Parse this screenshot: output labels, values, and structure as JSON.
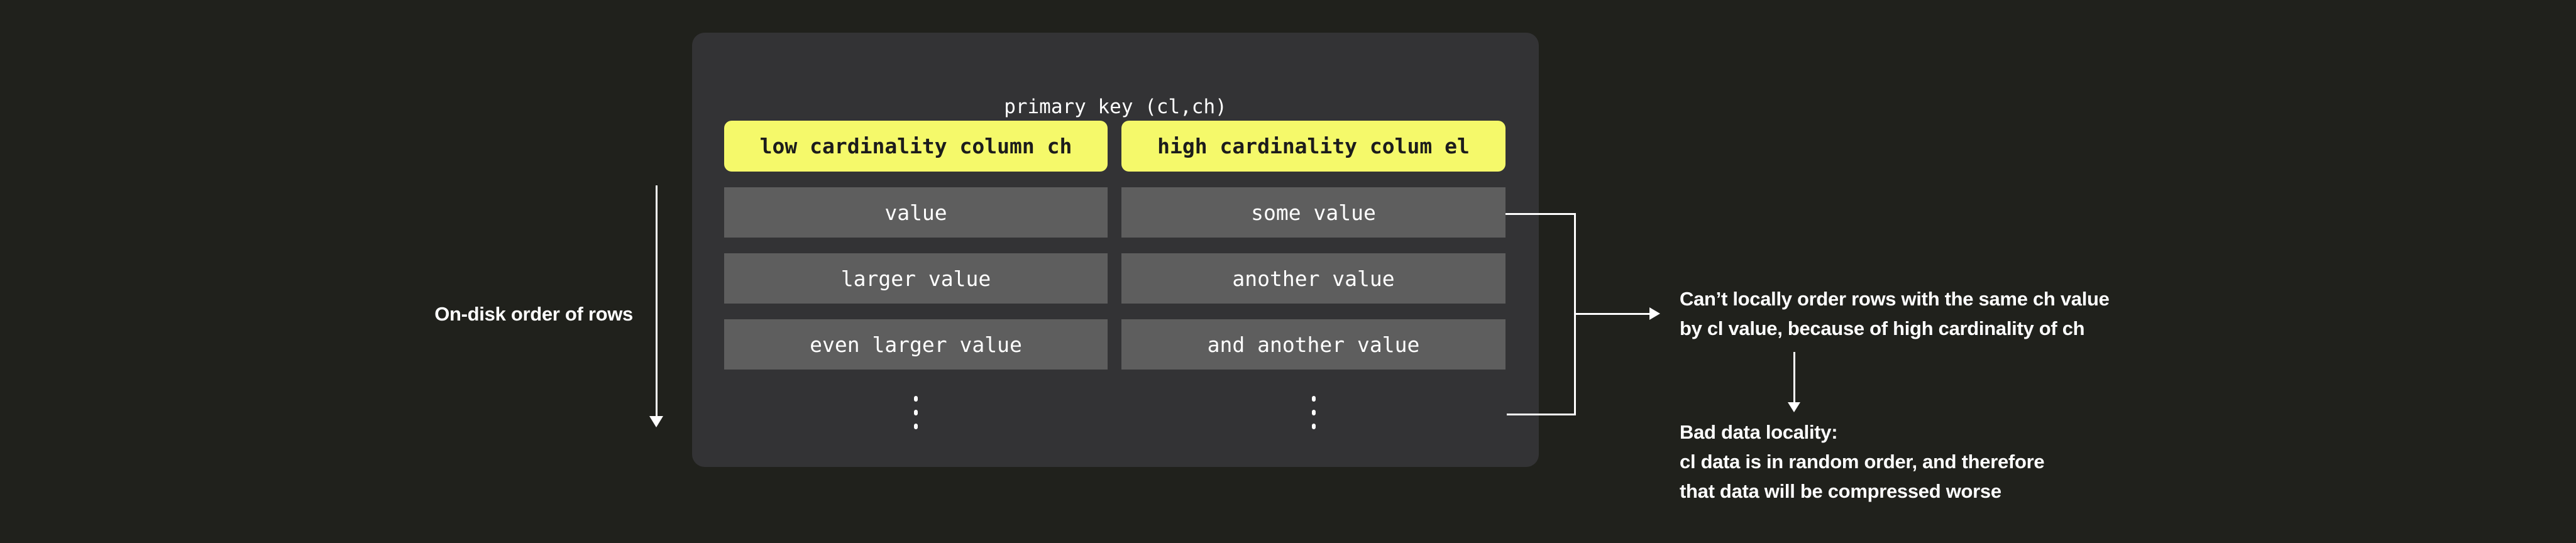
{
  "colors": {
    "background": "#20211c",
    "panel": "#333335",
    "cell": "#5e5e5e",
    "highlight": "#f5f96a",
    "text_light": "#ffffff",
    "text_dark": "#1c1c1c",
    "line": "#ffffff"
  },
  "panel": {
    "title": "primary key (cl,ch)"
  },
  "table": {
    "headers": [
      "low cardinality column ch",
      "high cardinality colum el"
    ],
    "rows": [
      [
        "value",
        "some value"
      ],
      [
        "larger value",
        "another value"
      ],
      [
        "even larger value",
        "and another value"
      ]
    ],
    "ellipsis": "⋮"
  },
  "left_annotation": {
    "label": "On-disk order of rows"
  },
  "right_annotation": {
    "note1_line1": "Can’t locally order rows with the same ch value",
    "note1_line2": "by cl value, because of high cardinality of ch",
    "note2_line1": "Bad data locality:",
    "note2_line2": "cl data is in random order, and therefore",
    "note2_line3": "that data will be compressed worse"
  }
}
